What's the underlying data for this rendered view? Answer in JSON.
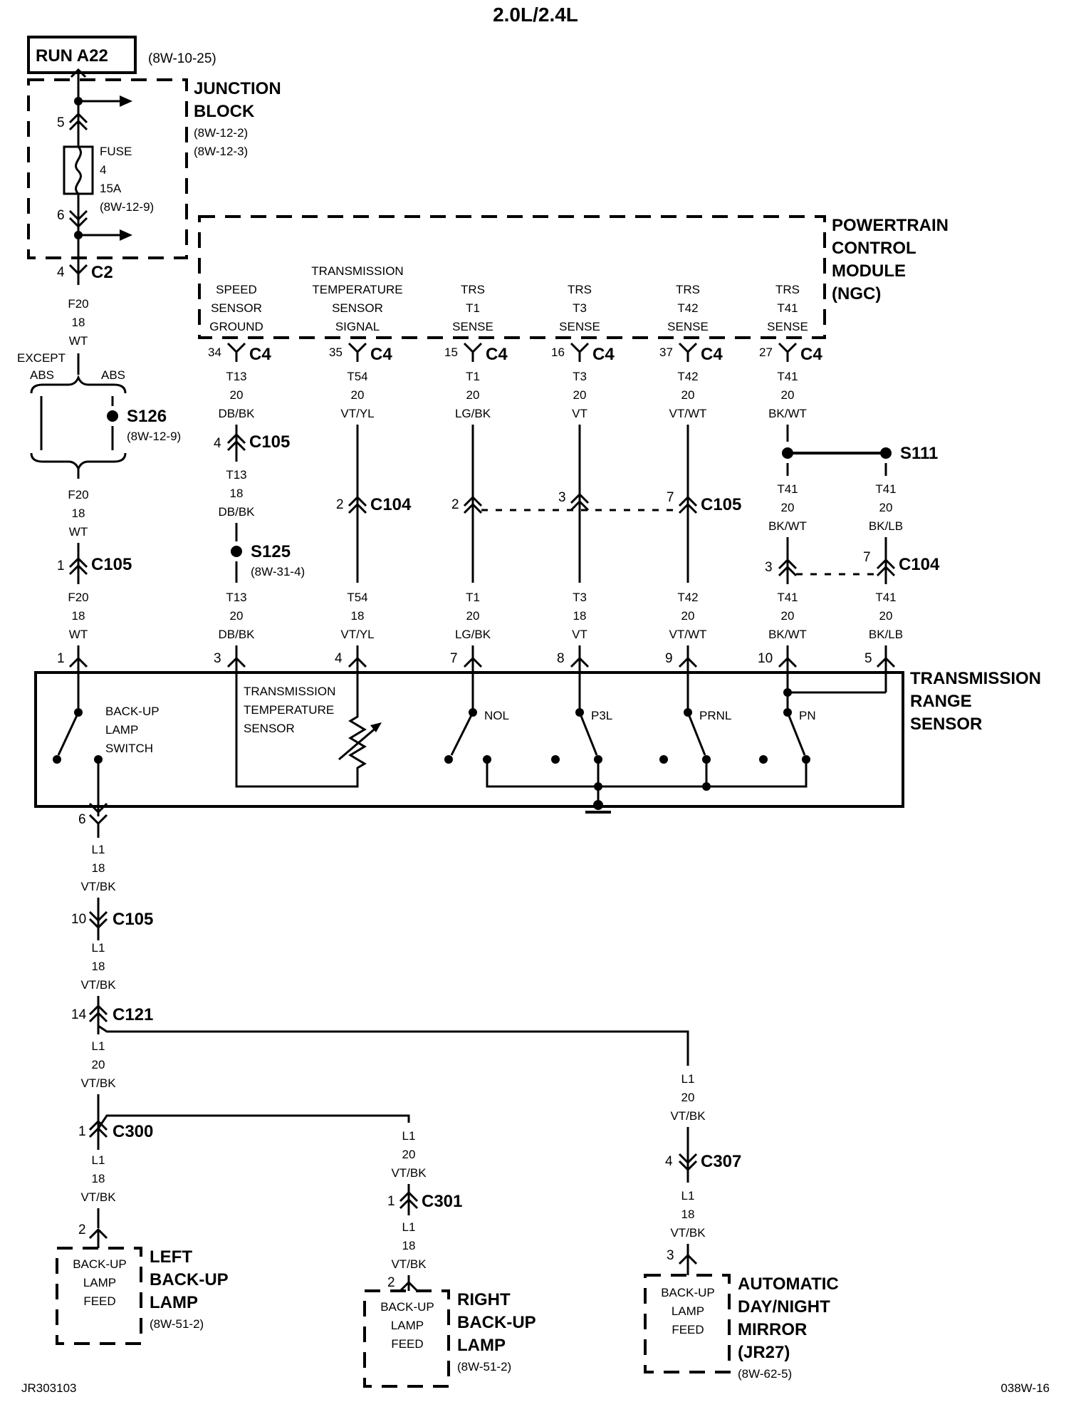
{
  "title": "2.0L/2.4L",
  "run": {
    "label": "RUN A22",
    "ref": "(8W-10-25)"
  },
  "junction_block": {
    "name": [
      "JUNCTION",
      "BLOCK"
    ],
    "refs": [
      "(8W-12-2)",
      "(8W-12-3)"
    ],
    "fuse": [
      "FUSE",
      "4",
      "15A",
      "(8W-12-9)"
    ],
    "pin_top": "5",
    "pin_bottom": "6",
    "c2_pin": "4",
    "c2": "C2"
  },
  "pcm": {
    "name": [
      "POWERTRAIN",
      "CONTROL",
      "MODULE",
      "(NGC)"
    ],
    "columns": [
      {
        "label": [
          "SPEED",
          "SENSOR",
          "GROUND"
        ],
        "pin": "34",
        "conn": "C4",
        "wire": [
          "T13",
          "20",
          "DB/BK"
        ]
      },
      {
        "label": [
          "TRANSMISSION",
          "TEMPERATURE",
          "SENSOR",
          "SIGNAL"
        ],
        "pin": "35",
        "conn": "C4",
        "wire": [
          "T54",
          "20",
          "VT/YL"
        ]
      },
      {
        "label": [
          "TRS",
          "T1",
          "SENSE"
        ],
        "pin": "15",
        "conn": "C4",
        "wire": [
          "T1",
          "20",
          "LG/BK"
        ]
      },
      {
        "label": [
          "TRS",
          "T3",
          "SENSE"
        ],
        "pin": "16",
        "conn": "C4",
        "wire": [
          "T3",
          "20",
          "VT"
        ]
      },
      {
        "label": [
          "TRS",
          "T42",
          "SENSE"
        ],
        "pin": "37",
        "conn": "C4",
        "wire": [
          "T42",
          "20",
          "VT/WT"
        ]
      },
      {
        "label": [
          "TRS",
          "T41",
          "SENSE"
        ],
        "pin": "27",
        "conn": "C4",
        "wire": [
          "T41",
          "20",
          "BK/WT"
        ]
      }
    ]
  },
  "left_wire": {
    "w1": [
      "F20",
      "18",
      "WT"
    ],
    "except": "EXCEPT",
    "abs_left": "ABS",
    "abs_right": "ABS",
    "s126": "S126",
    "s126_ref": "(8W-12-9)",
    "w2": [
      "F20",
      "18",
      "WT"
    ],
    "c105_pin": "1",
    "c105": "C105",
    "w3": [
      "F20",
      "18",
      "WT"
    ]
  },
  "t13": {
    "c105_pin": "4",
    "c105": "C105",
    "w2": [
      "T13",
      "18",
      "DB/BK"
    ],
    "s125": "S125",
    "s125_ref": "(8W-31-4)",
    "w3": [
      "T13",
      "20",
      "DB/BK"
    ]
  },
  "t54": {
    "c104_pin": "2",
    "c104": "C104",
    "w2": [
      "T54",
      "18",
      "VT/YL"
    ]
  },
  "t1": {
    "pin": "2",
    "w2": [
      "T1",
      "20",
      "LG/BK"
    ]
  },
  "t3": {
    "pin": "3",
    "w2": [
      "T3",
      "18",
      "VT"
    ]
  },
  "t42": {
    "pin": "7",
    "c105": "C105",
    "w2": [
      "T42",
      "20",
      "VT/WT"
    ]
  },
  "t41": {
    "s111": "S111",
    "w_left": [
      "T41",
      "20",
      "BK/WT"
    ],
    "w_right": [
      "T41",
      "20",
      "BK/LB"
    ],
    "pin_left": "3",
    "pin_right": "7",
    "c104": "C104",
    "w_left2": [
      "T41",
      "20",
      "BK/WT"
    ],
    "w_right2": [
      "T41",
      "20",
      "BK/LB"
    ]
  },
  "trs": {
    "name": [
      "TRANSMISSION",
      "RANGE",
      "SENSOR"
    ],
    "pins": [
      "1",
      "3",
      "4",
      "7",
      "8",
      "9",
      "10",
      "5"
    ],
    "backup_switch": [
      "BACK-UP",
      "LAMP",
      "SWITCH"
    ],
    "temp_sensor": [
      "TRANSMISSION",
      "TEMPERATURE",
      "SENSOR"
    ],
    "switches": [
      "NOL",
      "P3L",
      "PRNL",
      "PN"
    ],
    "out_pin": "6"
  },
  "l1": {
    "w1": [
      "L1",
      "18",
      "VT/BK"
    ],
    "c105_pin": "10",
    "c105": "C105",
    "w2": [
      "L1",
      "18",
      "VT/BK"
    ],
    "c121_pin": "14",
    "c121": "C121",
    "w3": [
      "L1",
      "20",
      "VT/BK"
    ],
    "c300_pin": "1",
    "c300": "C300",
    "w4": [
      "L1",
      "18",
      "VT/BK"
    ],
    "left_pin": "2",
    "mid_w1": [
      "L1",
      "20",
      "VT/BK"
    ],
    "c301_pin": "1",
    "c301": "C301",
    "mid_w2": [
      "L1",
      "18",
      "VT/BK"
    ],
    "right_pin": "2",
    "rt_w1": [
      "L1",
      "20",
      "VT/BK"
    ],
    "c307_pin": "4",
    "c307": "C307",
    "rt_w2": [
      "L1",
      "18",
      "VT/BK"
    ],
    "mirror_pin": "3"
  },
  "loads": {
    "left": {
      "box": [
        "BACK-UP",
        "LAMP",
        "FEED"
      ],
      "name": [
        "LEFT",
        "BACK-UP",
        "LAMP"
      ],
      "ref": "(8W-51-2)"
    },
    "right": {
      "box": [
        "BACK-UP",
        "LAMP",
        "FEED"
      ],
      "name": [
        "RIGHT",
        "BACK-UP",
        "LAMP"
      ],
      "ref": "(8W-51-2)"
    },
    "mirror": {
      "box": [
        "BACK-UP",
        "LAMP",
        "FEED"
      ],
      "name": [
        "AUTOMATIC",
        "DAY/NIGHT",
        "MIRROR",
        "(JR27)"
      ],
      "ref": "(8W-62-5)"
    }
  },
  "footer": {
    "left": "JR303103",
    "right": "038W-16"
  }
}
